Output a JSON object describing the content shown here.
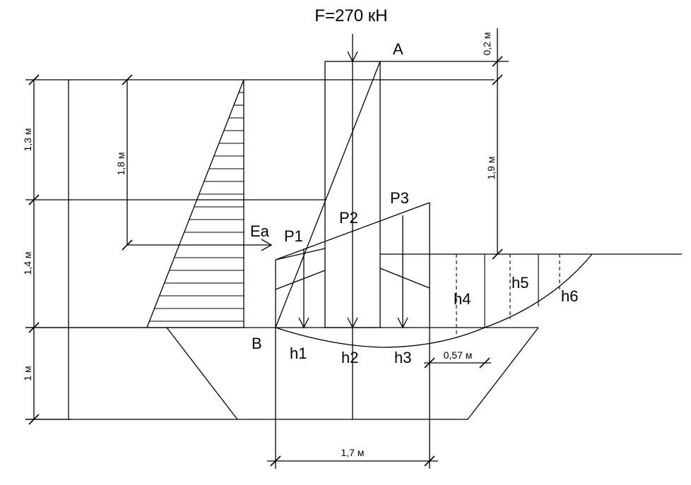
{
  "force": {
    "label": "F=270 кН"
  },
  "points": {
    "top": "A",
    "bottom": "B"
  },
  "earth_pressure": {
    "label": "Ea"
  },
  "loads": {
    "p1": "P1",
    "p2": "P2",
    "p3": "P3"
  },
  "ordinates": {
    "h1": "h1",
    "h2": "h2",
    "h3": "h3",
    "h4": "h4",
    "h5": "h5",
    "h6": "h6"
  },
  "dimensions": {
    "d_0_2": "0,2 м",
    "d_1_3": "1,3 м",
    "d_1_8": "1,8 м",
    "d_1_9": "1,9 м",
    "d_1_4": "1,4 м",
    "d_1_0": "1 м",
    "d_0_57": "0,57 м",
    "d_1_7": "1,7 м"
  }
}
